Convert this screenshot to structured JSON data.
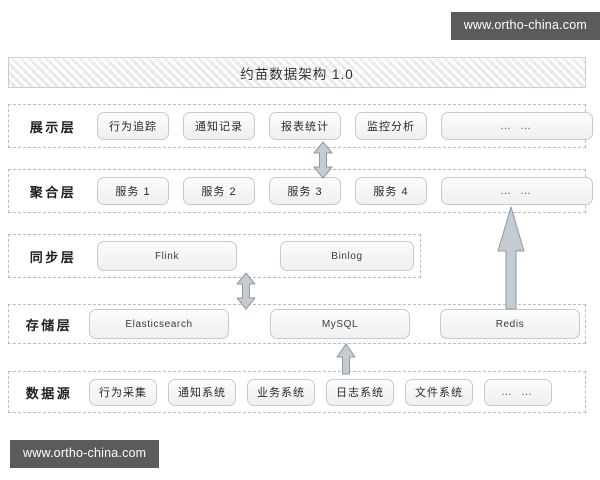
{
  "page": {
    "title": "约苗数据架构 1.0"
  },
  "watermarks": {
    "top": "www.ortho-china.com",
    "bottom": "www.ortho-china.com"
  },
  "layers": [
    {
      "id": "presentation",
      "label": "展示层",
      "nodes": [
        {
          "label": "行为追踪",
          "kind": "cjk"
        },
        {
          "label": "通知记录",
          "kind": "cjk"
        },
        {
          "label": "报表统计",
          "kind": "cjk"
        },
        {
          "label": "监控分析",
          "kind": "cjk"
        },
        {
          "label": "… …",
          "kind": "ellipsis"
        }
      ]
    },
    {
      "id": "aggregation",
      "label": "聚合层",
      "nodes": [
        {
          "label": "服务 1",
          "kind": "cjk"
        },
        {
          "label": "服务 2",
          "kind": "cjk"
        },
        {
          "label": "服务 3",
          "kind": "cjk"
        },
        {
          "label": "服务 4",
          "kind": "cjk"
        },
        {
          "label": "… …",
          "kind": "ellipsis"
        }
      ]
    },
    {
      "id": "sync",
      "label": "同步层",
      "nodes": [
        {
          "label": "Flink",
          "kind": "latin"
        },
        {
          "label": "Binlog",
          "kind": "latin"
        }
      ]
    },
    {
      "id": "storage",
      "label": "存储层",
      "nodes": [
        {
          "label": "Elasticsearch",
          "kind": "latin"
        },
        {
          "label": "MySQL",
          "kind": "latin"
        },
        {
          "label": "Redis",
          "kind": "latin"
        }
      ]
    },
    {
      "id": "datasource",
      "label": "数据源",
      "nodes": [
        {
          "label": "行为采集",
          "kind": "cjk"
        },
        {
          "label": "通知系统",
          "kind": "cjk"
        },
        {
          "label": "业务系统",
          "kind": "cjk"
        },
        {
          "label": "日志系统",
          "kind": "cjk"
        },
        {
          "label": "文件系统",
          "kind": "cjk"
        },
        {
          "label": "… …",
          "kind": "ellipsis"
        }
      ]
    }
  ],
  "arrows": [
    {
      "id": "presentation-aggregation",
      "direction": "bidirectional"
    },
    {
      "id": "sync-storage",
      "direction": "bidirectional"
    },
    {
      "id": "datasource-storage",
      "direction": "up"
    },
    {
      "id": "storage-aggregation",
      "direction": "up"
    }
  ],
  "colors": {
    "watermark_bg": "#5b5b5b",
    "watermark_text": "#ffffff",
    "layer_border": "#b9bcbf",
    "node_border": "#c6cace",
    "node_fill": "#f6f7f8",
    "arrow_fill": "#c3ccd3",
    "arrow_stroke": "#8d9aa3",
    "title_border": "#c9cdd0"
  }
}
